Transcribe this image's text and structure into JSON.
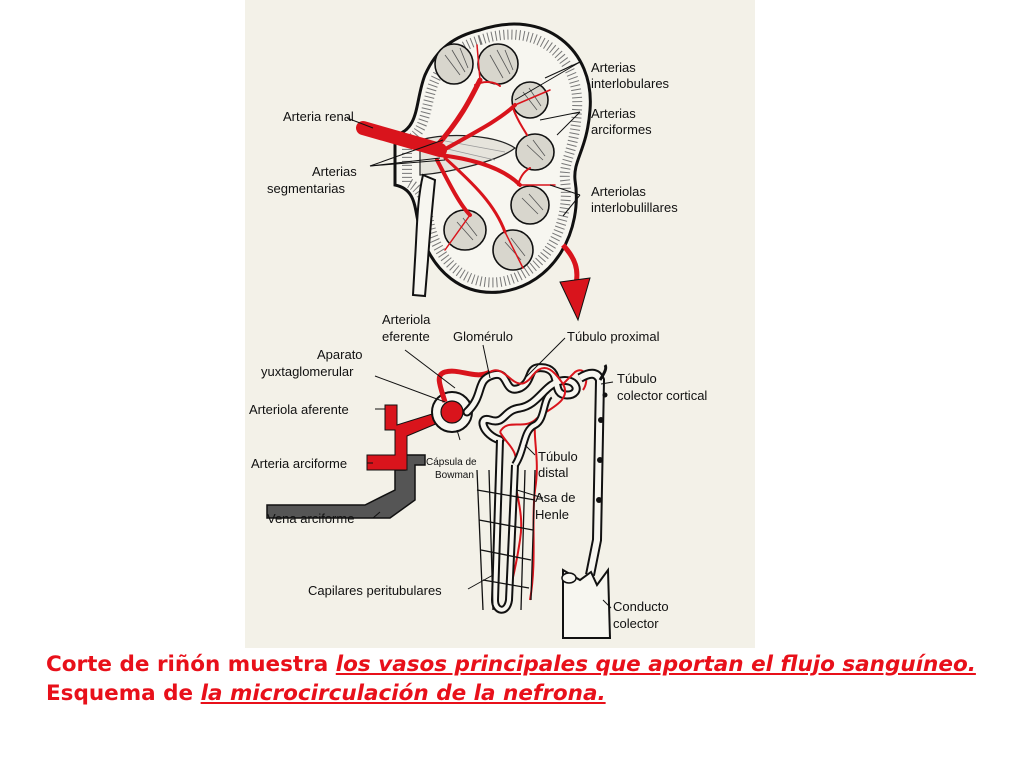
{
  "diagram": {
    "labels": {
      "arterias_interlobulares": [
        "Arterias",
        "interlobulares"
      ],
      "arteria_renal": "Arteria renal",
      "arterias_arciformes": [
        "Arterias",
        "arciformes"
      ],
      "arterias_segmentarias": [
        "Arterias",
        "segmentarias"
      ],
      "arteriolas_interlobulillares": [
        "Arteriolas",
        "interlobulillares"
      ],
      "arteriola_eferente": [
        "Arteriola",
        "eferente"
      ],
      "glomerulo": "Glomérulo",
      "tubulo_proximal": "Túbulo proximal",
      "aparato_yuxtaglomerular": [
        "Aparato",
        "yuxtaglomerular"
      ],
      "tubulo_colector_cortical": [
        "Túbulo",
        "colector cortical"
      ],
      "arteriola_aferente": "Arteriola aferente",
      "capsula_de_bowman": [
        "Cápsula de",
        "Bowman"
      ],
      "tubulo_distal": [
        "Túbulo",
        "distal"
      ],
      "arteria_arciforme": "Arteria arciforme",
      "asa_de_henle": [
        "Asa de",
        "Henle"
      ],
      "vena_arciforme": "Vena arciforme",
      "capilares_peritubulares": "Capilares peritubulares",
      "conducto_colector": [
        "Conducto",
        "colector"
      ]
    },
    "colors": {
      "artery": "#d9141c",
      "vein": "#555555",
      "ink": "#111111",
      "background": "#f3f1e8"
    }
  },
  "caption": {
    "line1_prefix": "Corte de riñón muestra ",
    "line1_underlined": "los vasos principales que aportan el flujo sanguíneo.",
    "line2_prefix": "Esquema de ",
    "line2_underlined": "la microcirculación de la nefrona."
  }
}
